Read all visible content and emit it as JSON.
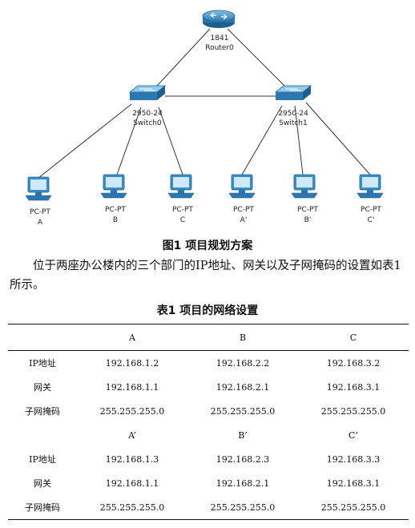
{
  "diagram": {
    "router": {
      "model": "1841",
      "name": "Router0"
    },
    "switches": [
      {
        "model": "2950-24",
        "name": "Switch0"
      },
      {
        "model": "2950-24",
        "name": "Switch1"
      }
    ],
    "pcs": [
      {
        "type": "PC-PT",
        "name": "A"
      },
      {
        "type": "PC-PT",
        "name": "B"
      },
      {
        "type": "PC-PT",
        "name": "C"
      },
      {
        "type": "PC-PT",
        "name": "A'"
      },
      {
        "type": "PC-PT",
        "name": "B'"
      },
      {
        "type": "PC-PT",
        "name": "C'"
      }
    ]
  },
  "figure_caption": "图1   项目规划方案",
  "paragraph": "位于两座办公楼内的三个部门的IP地址、网关以及子网掩码的设置如表1所示。",
  "table": {
    "caption": "表1   项目的网络设置",
    "header1": [
      "",
      "A",
      "B",
      "C"
    ],
    "rows1": [
      [
        "IP地址",
        "192.168.1.2",
        "192.168.2.2",
        "192.168.3.2"
      ],
      [
        "网关",
        "192.168.1.1",
        "192.168.2.1",
        "192.168.3.1"
      ],
      [
        "子网掩码",
        "255.255.255.0",
        "255.255.255.0",
        "255.255.255.0"
      ]
    ],
    "header2": [
      "",
      "A’",
      "B’",
      "C’"
    ],
    "rows2": [
      [
        "IP地址",
        "192.168.1.3",
        "192.168.2.3",
        "192.168.3.3"
      ],
      [
        "网关",
        "192.168.1.1",
        "192.168.2.1",
        "192.168.3.1"
      ],
      [
        "子网掩码",
        "255.255.255.0",
        "255.255.255.0",
        "255.255.255.0"
      ]
    ]
  },
  "colors": {
    "device_blue": "#3a8fc9",
    "device_dark": "#1f5f8c",
    "link": "#333333"
  }
}
